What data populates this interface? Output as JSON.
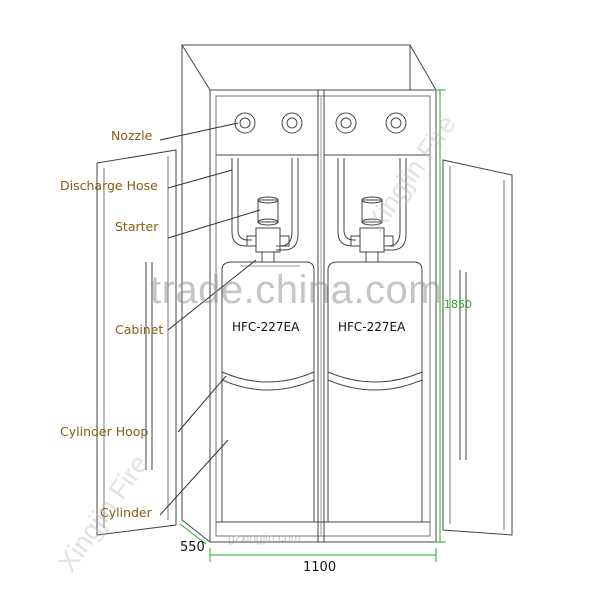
{
  "labels": {
    "nozzle": "Nozzle",
    "discharge_hose": "Discharge Hose",
    "starter": "Starter",
    "cabinet": "Cabinet",
    "cylinder_hoop": "Cylinder Hoop",
    "cylinder": "Cylinder"
  },
  "cylinder_tags": [
    "HFC-227EA",
    "HFC-227EA"
  ],
  "dimensions": {
    "width": "1100",
    "depth": "550",
    "height": "1850"
  },
  "watermarks": {
    "main": "trade.china.com",
    "brand_left": "Xingjin Fire",
    "brand_right": "Xingjin Fire",
    "site": "gzxingjin.com"
  },
  "colors": {
    "line": "#444444",
    "label_text": "#8a5a14",
    "dimension_line": "#22aa22"
  }
}
